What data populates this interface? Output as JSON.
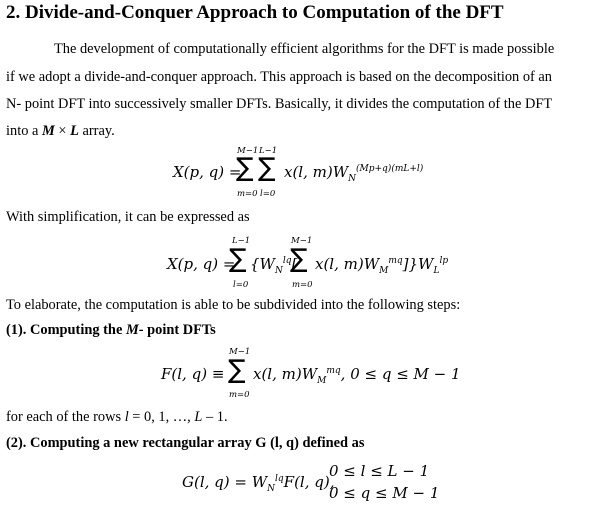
{
  "heading": "2. Divide-and-Conquer Approach to Computation of the DFT",
  "para1": {
    "line1": "The development of computationally efficient algorithms for the DFT is made possible",
    "line2": "if we adopt a divide-and-conquer approach. This approach is based on the decomposition of an",
    "line3": "N- point DFT into successively smaller DFTs. Basically, it divides the computation of the DFT",
    "line4_a": "into a ",
    "line4_M": "M",
    "line4_x": " × ",
    "line4_L": "L",
    "line4_b": " array."
  },
  "eq1": {
    "lhs": "X(p, q) =",
    "upper1": "M−1",
    "upper2": "L−1",
    "lower1": "m=0",
    "lower2": "l=0",
    "body": "x(l, m)W",
    "sub": "N",
    "sup": "(Mp+q)(mL+l)"
  },
  "simplify": "With simplification, it can be expressed as",
  "eq2": {
    "lhs": "X(p, q) =",
    "upper1": "L−1",
    "lower1": "l=0",
    "open": "{W",
    "w1sub": "N",
    "w1sup": "lq",
    "bracket": "[",
    "upper2": "M−1",
    "lower2": "m=0",
    "body": "x(l, m)W",
    "w2sub": "M",
    "w2sup": "mq",
    "close": "]}W",
    "w3sub": "L",
    "w3sup": "lp"
  },
  "elaborate": "To elaborate, the computation is able to be subdivided into the following steps:",
  "step1": {
    "a": "(1). Computing the ",
    "M": "M",
    "b": "- point DFTs"
  },
  "eq3": {
    "lhs": "F(l, q) ≡",
    "upper": "M−1",
    "lower": "m=0",
    "body": "x(l, m)W",
    "sub": "M",
    "sup": "mq",
    "cond": ",  0 ≤ q ≤ M − 1"
  },
  "rows": {
    "a": "for each of the rows ",
    "l": "l",
    "b": " = 0, 1, …, ",
    "L": "L",
    "c": " – 1."
  },
  "step2": "(2). Computing a new rectangular array G (l, q) defined as",
  "eq4": {
    "lhs": "G(l, q) = W",
    "sub": "N",
    "sup": "lq",
    "body": "F(l, q),",
    "cond1": "0 ≤ l ≤ L − 1",
    "cond2": "0 ≤ q ≤ M − 1"
  }
}
